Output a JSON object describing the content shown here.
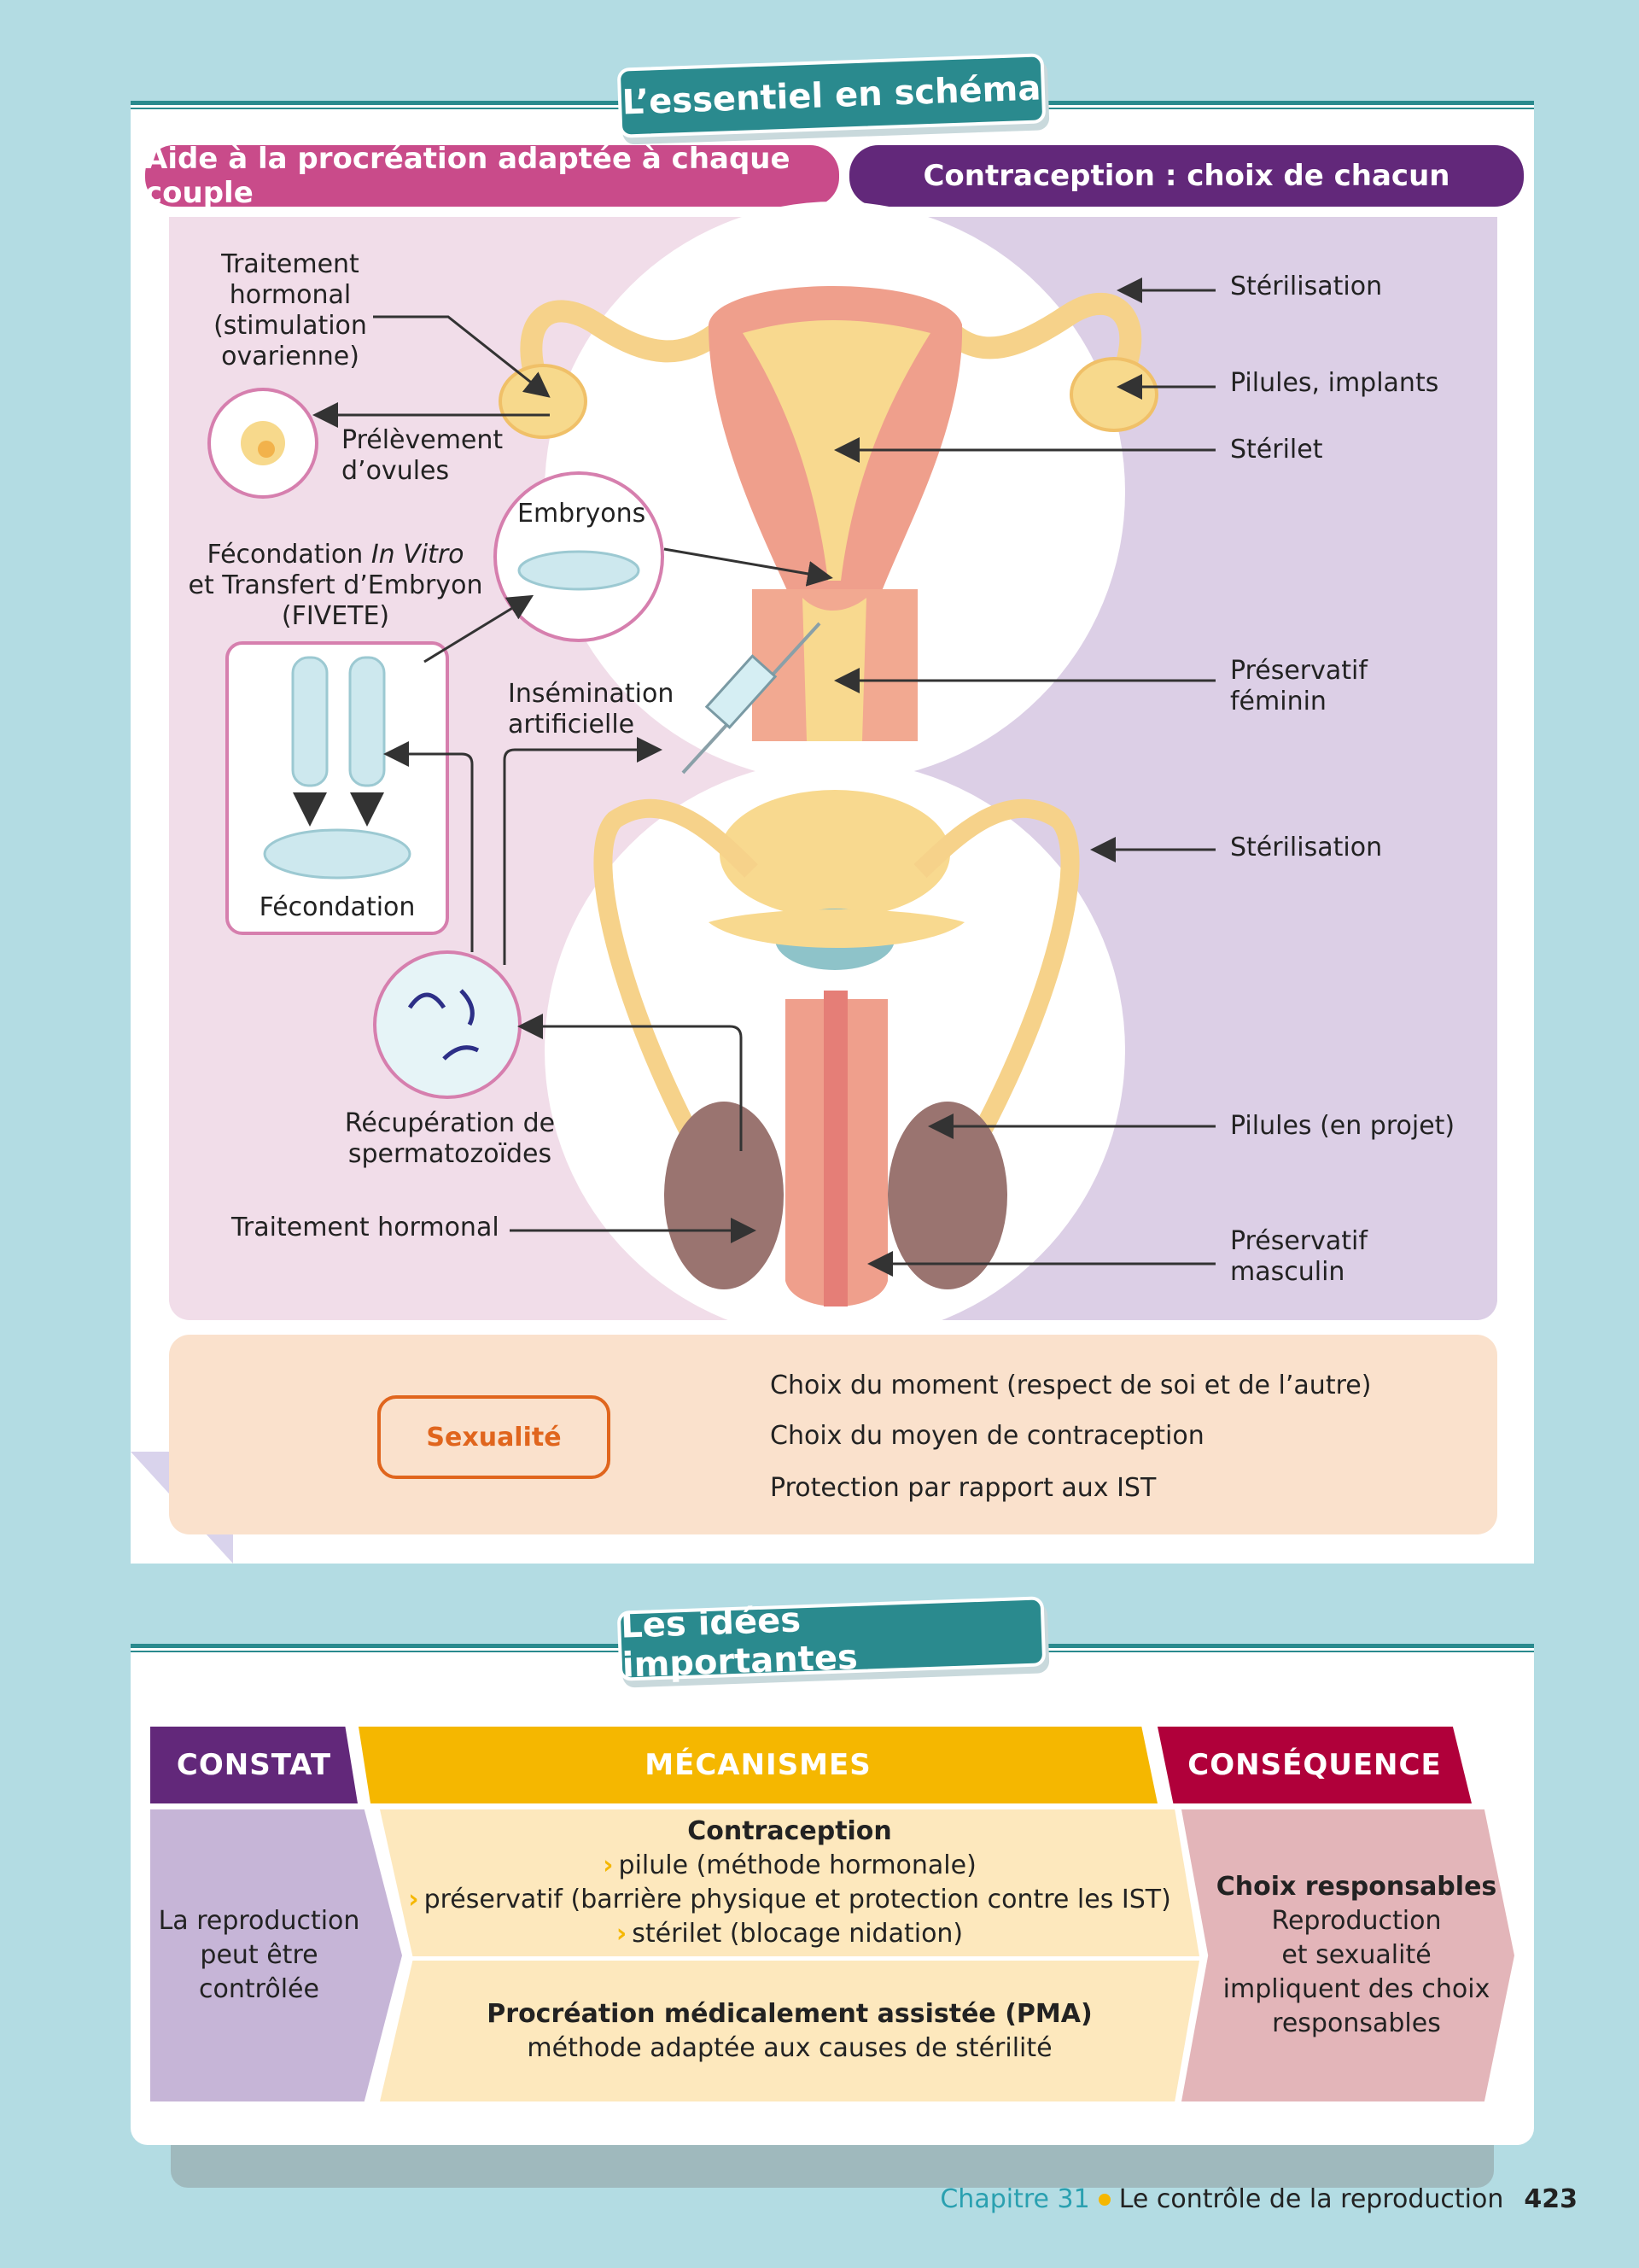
{
  "section1": {
    "badge": "L’essentiel en schéma",
    "left_header": "Aide à la procréation adaptée à chaque couple",
    "right_header": "Contraception : choix de chacun",
    "left_labels": {
      "hormonal_stim": [
        "Traitement",
        "hormonal",
        "(stimulation",
        "ovarienne)"
      ],
      "ovules": [
        "Prélèvement",
        "d’ovules"
      ],
      "embryons": "Embryons",
      "fivete_1": "Fécondation ",
      "fivete_italic": "In Vitro",
      "fivete_2": "et Transfert d’Embryon",
      "fivete_3": "(FIVETE)",
      "fecondation": "Fécondation",
      "insemination": [
        "Insémination",
        "artificielle"
      ],
      "recuperation": [
        "Récupération de",
        "spermatozoïdes"
      ],
      "hormonal": "Traitement hormonal"
    },
    "right_labels": {
      "sterilisation_f": "Stérilisation",
      "pilules_implants": "Pilules, implants",
      "sterilet": "Stérilet",
      "preservatif_f": [
        "Préservatif",
        "féminin"
      ],
      "sterilisation_m": "Stérilisation",
      "pilules_projet": "Pilules (en projet)",
      "preservatif_m": [
        "Préservatif",
        "masculin"
      ]
    },
    "sexualite": {
      "label": "Sexualité",
      "items": [
        "Choix du moment (respect de soi et de l’autre)",
        "Choix du moyen de contraception",
        "Protection par rapport aux IST"
      ]
    }
  },
  "section2": {
    "badge": "Les idées importantes",
    "headers": {
      "constat": "CONSTAT",
      "mecanismes": "MÉCANISMES",
      "consequence": "CONSÉQUENCE"
    },
    "constat": [
      "La reproduction",
      "peut être",
      "contrôlée"
    ],
    "contraception": {
      "title": "Contraception",
      "items": [
        "pilule (méthode hormonale)",
        "préservatif (barrière physique et protection contre les IST)",
        "stérilet (blocage nidation)"
      ]
    },
    "pma": {
      "title": "Procréation médicalement assistée (PMA)",
      "text": "méthode adaptée aux causes de stérilité"
    },
    "consequence": {
      "title": "Choix responsables",
      "lines": [
        "Reproduction",
        "et sexualité",
        "impliquent des choix",
        "responsables"
      ]
    }
  },
  "footer": {
    "chapter": "Chapitre 31",
    "title": "Le contrôle de la reproduction",
    "page": "423"
  },
  "colors": {
    "teal": "#2a8a8e",
    "pink": "#c94b8a",
    "purple": "#62287a",
    "yellow": "#f5b700",
    "crimson": "#b0003a",
    "orange": "#e0651d"
  }
}
